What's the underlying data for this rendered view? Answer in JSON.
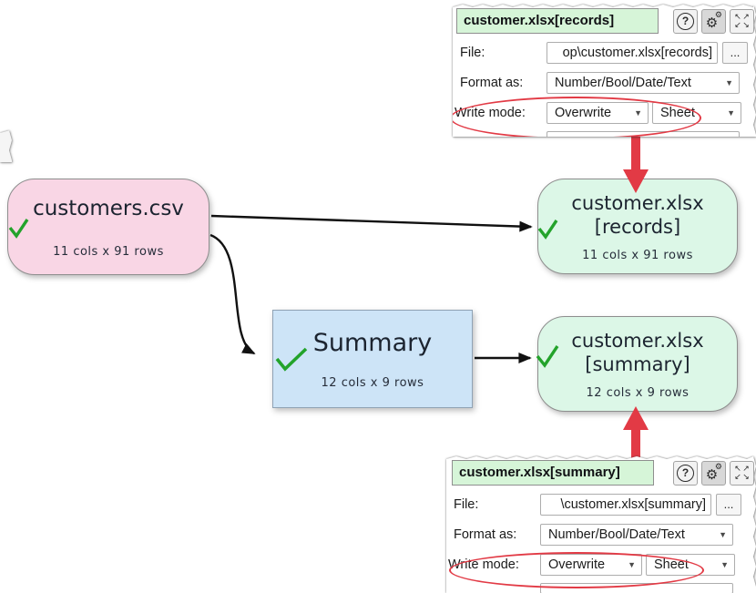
{
  "icons": {
    "help": "?",
    "gear": "⚙",
    "caret": "▼",
    "expand_tl": "↖",
    "expand_tr": "↗",
    "expand_bl": "↙",
    "expand_br": "↘",
    "check": "✓",
    "browse": "..."
  },
  "diagram": {
    "source_node": {
      "label": "customers.csv",
      "stats": "11 cols x 91 rows"
    },
    "records_node": {
      "line1": "customer.xlsx",
      "line2": "[records]",
      "stats": "11 cols x 91 rows"
    },
    "summary_node": {
      "label": "Summary",
      "stats": "12 cols x 9 rows"
    },
    "summary_output_node": {
      "line1": "customer.xlsx",
      "line2": "[summary]",
      "stats": "12 cols x 9 rows"
    }
  },
  "records_panel": {
    "title": "customer.xlsx[records]",
    "file_label": "File:",
    "file_value": "op\\customer.xlsx[records]",
    "browse_button": "...",
    "format_label": "Format as:",
    "format_value": "Number/Bool/Date/Text",
    "write_mode_label": "Write mode:",
    "write_mode_value": "Overwrite",
    "write_target_value": "Sheet"
  },
  "summary_panel": {
    "title": "customer.xlsx[summary]",
    "file_label": "File:",
    "file_value": "\\customer.xlsx[summary]",
    "browse_button": "...",
    "format_label": "Format as:",
    "format_value": "Number/Bool/Date/Text",
    "write_mode_label": "Write mode:",
    "write_mode_value": "Overwrite",
    "write_target_value": "Sheet"
  },
  "colors": {
    "annotation_red": "#e23a45",
    "check_green": "#23a32b",
    "source_pink": "#f9d6e5",
    "output_green": "#dcf7e7",
    "transform_blue": "#cde4f7",
    "panel_title_green": "#d6f5d8",
    "connector_black": "#111111"
  }
}
